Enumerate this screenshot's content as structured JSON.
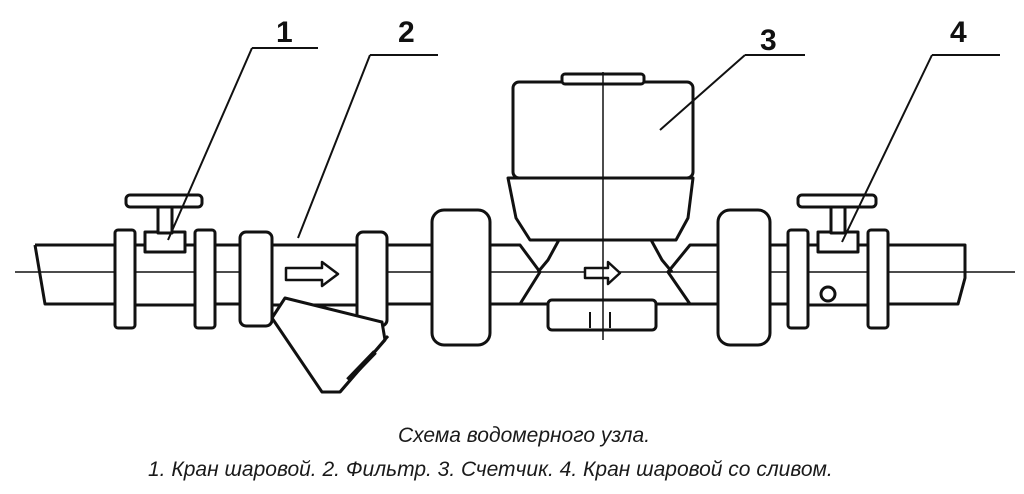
{
  "labels": [
    "1",
    "2",
    "3",
    "4"
  ],
  "caption": {
    "title": "Схема водомерного узла.",
    "legend": "1. Кран шаровой. 2. Фильтр. 3. Счетчик. 4. Кран шаровой со сливом."
  },
  "colors": {
    "line": "#111111",
    "background": "#ffffff"
  }
}
